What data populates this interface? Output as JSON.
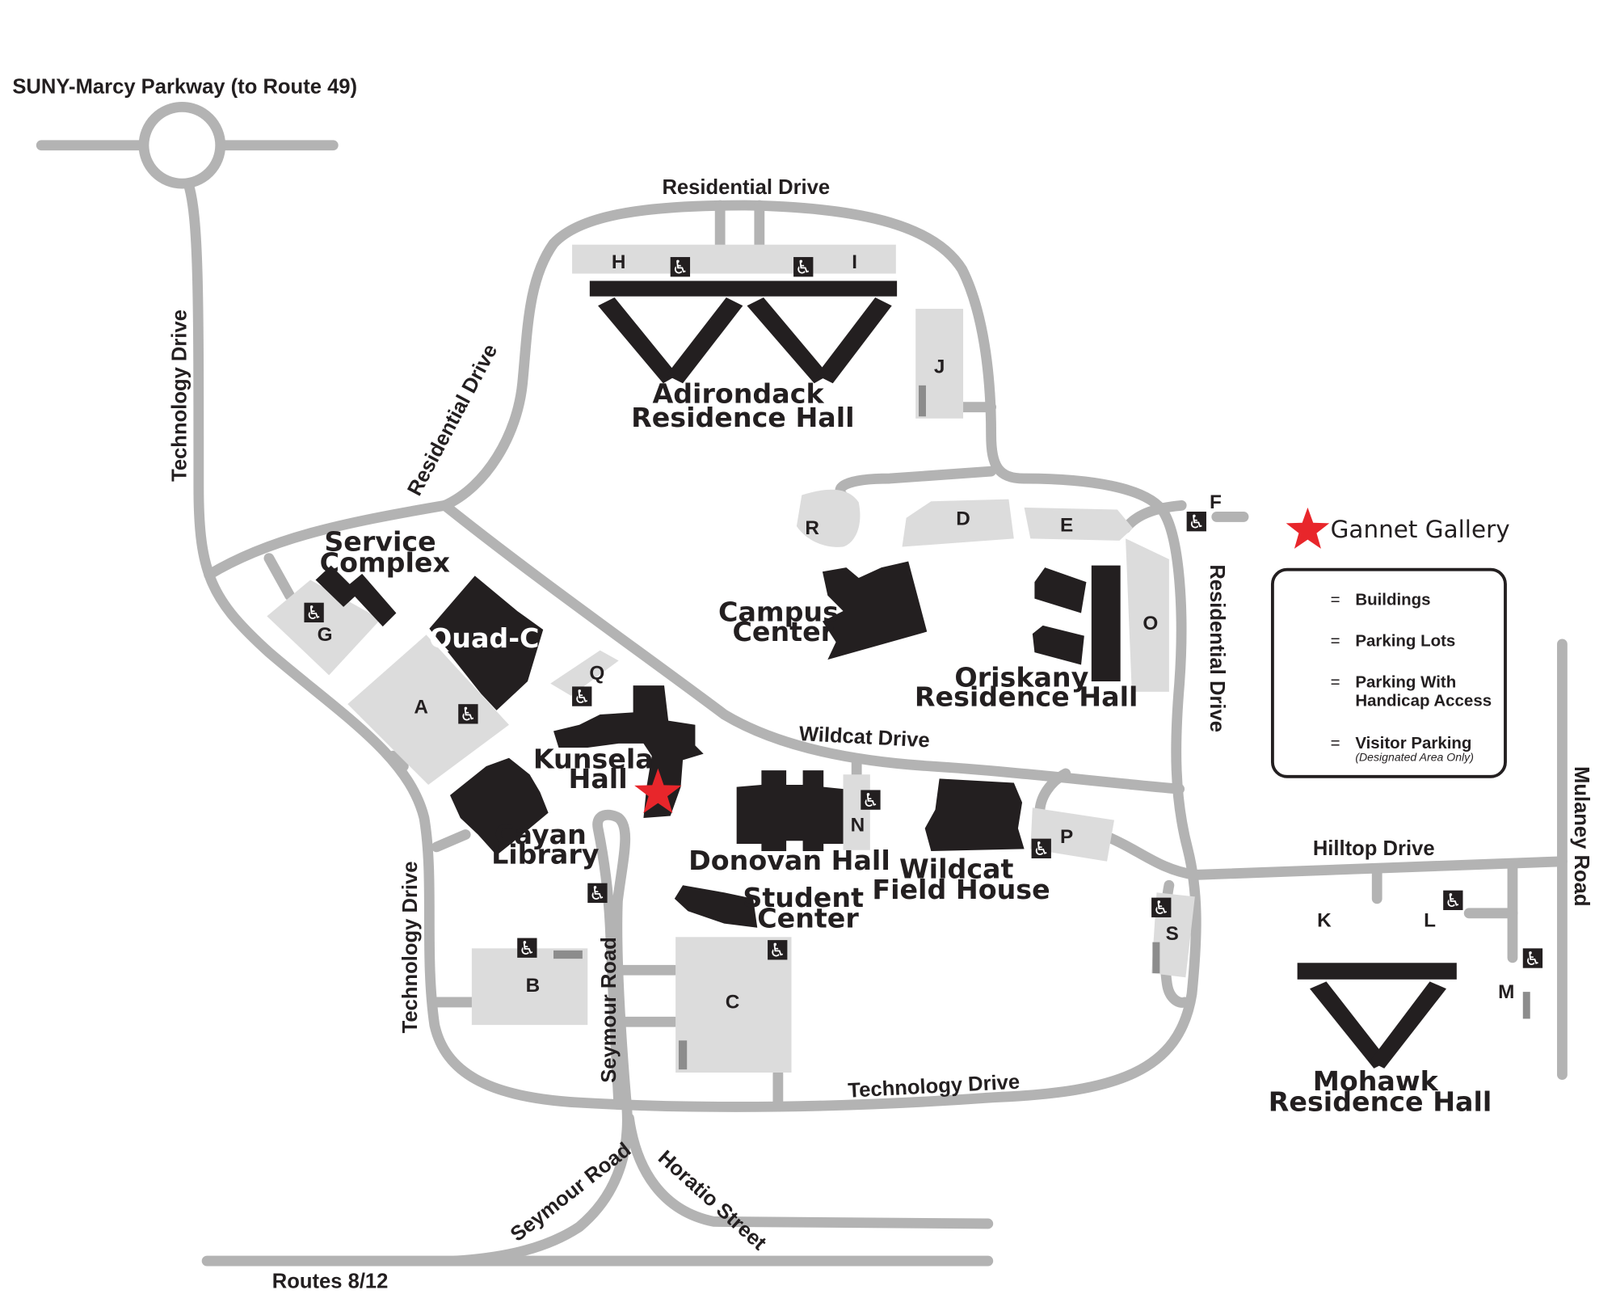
{
  "map": {
    "roads": {
      "suny_marcy": "SUNY-Marcy Parkway (to Route 49)",
      "technology_drive_west": "Technology Drive",
      "residential_drive_nw": "Residential Drive",
      "residential_drive_top": "Residential Drive",
      "residential_drive_east": "Residential Drive",
      "wildcat_drive": "Wildcat Drive",
      "hilltop_drive": "Hilltop Drive",
      "mulaney_road": "Mulaney Road",
      "technology_drive_inner": "Technology Drive",
      "technology_drive_south": "Technology Drive",
      "seymour_road_inner": "Seymour Road",
      "seymour_road_south": "Seymour Road",
      "horatio_street": "Horatio Street",
      "routes_8_12": "Routes 8/12"
    },
    "buildings": {
      "adirondack": [
        "Adirondack",
        "Residence Hall"
      ],
      "service_complex": [
        "Service",
        "Complex"
      ],
      "quad_c": "Quad-C",
      "campus_center": [
        "Campus",
        "Center"
      ],
      "oriskany": [
        "Oriskany",
        "Residence Hall"
      ],
      "kunsela": [
        "Kunsela",
        "Hall"
      ],
      "cayan": [
        "Cayan",
        "Library"
      ],
      "donovan": "Donovan Hall",
      "wildcat_fh": [
        "Wildcat",
        "Field House"
      ],
      "student_center": [
        "Student",
        "Center"
      ],
      "mohawk": [
        "Mohawk",
        "Residence Hall"
      ]
    },
    "lots": {
      "A": "A",
      "B": "B",
      "C": "C",
      "D": "D",
      "E": "E",
      "F": "F",
      "G": "G",
      "H": "H",
      "I": "I",
      "J": "J",
      "K": "K",
      "L": "L",
      "M": "M",
      "N": "N",
      "O": "O",
      "P": "P",
      "Q": "Q",
      "R": "R",
      "S": "S"
    },
    "gallery": {
      "label": "Gannet Gallery",
      "marker_color": "#e8262b"
    },
    "handicap_icon": "wheelchair-icon"
  },
  "legend": {
    "eq": "=",
    "buildings": "Buildings",
    "parking": "Parking Lots",
    "handicap": [
      "Parking With",
      "Handicap Access"
    ],
    "visitor": "Visitor Parking",
    "visitor_note": "(Designated Area Only)"
  },
  "colors": {
    "road": "#b3b3b3",
    "lot": "#dcdcdc",
    "building": "#231f20",
    "visitor": "#8c8c8c",
    "star": "#e8262b"
  }
}
